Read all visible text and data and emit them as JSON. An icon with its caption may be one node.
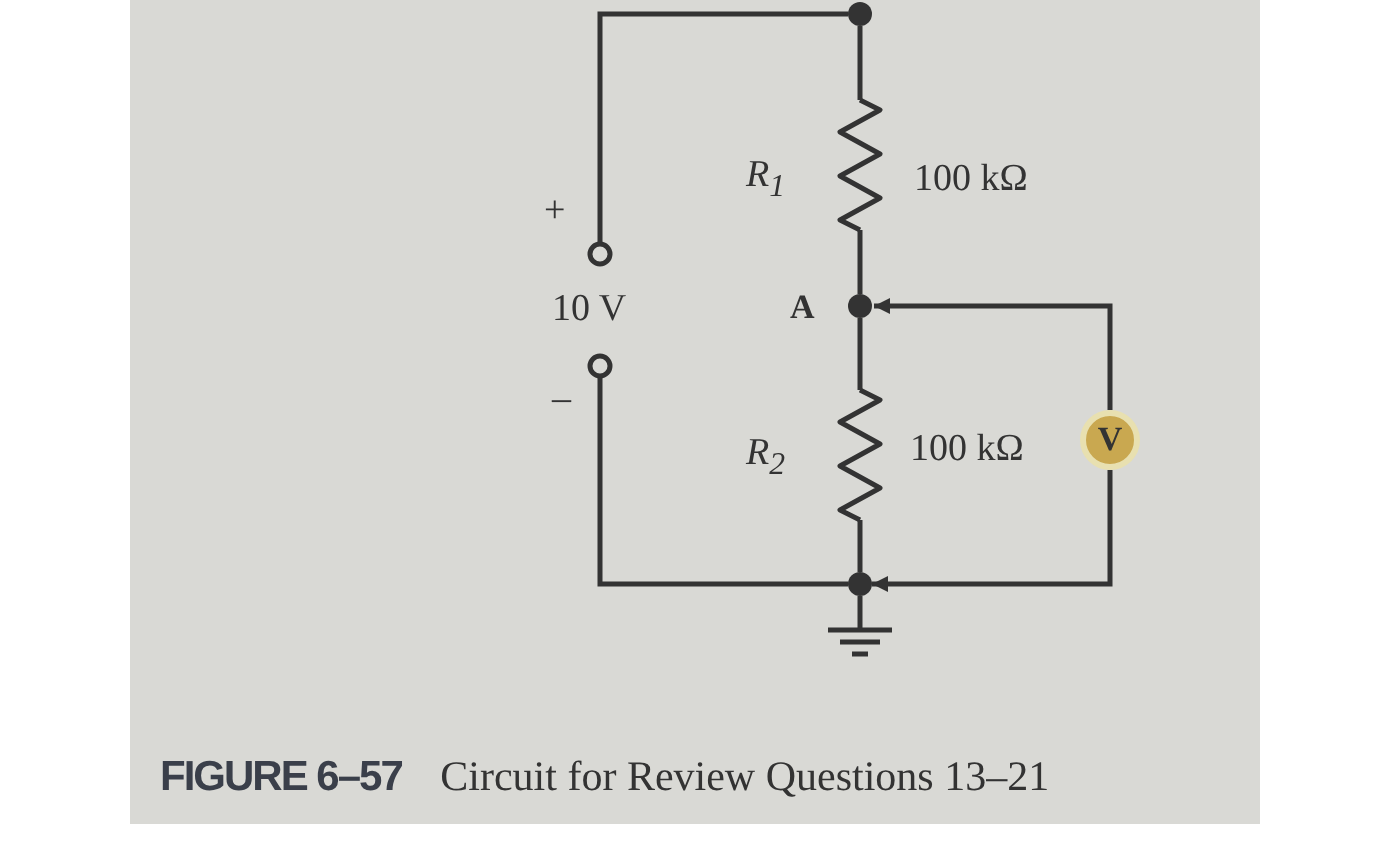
{
  "diagram": {
    "caption": "**FIGURE 6–57** Circuit for Review Questions 13–21",
    "nodes": [
      {
        "text": [
          "V"
        ]
      },
      {
        "text": [
          "A"
        ]
      },
      {
        "text": [],
        "shape": "circle"
      },
      {
        "text": [],
        "shape": "circle"
      },
      {
        "text": [],
        "shape": "circle"
      },
      {
        "text": [],
        "shape": "circle"
      },
      {
        "text": [],
        "shape": "resistor"
      },
      {
        "text": [],
        "shape": "resistor"
      },
      {
        "text": [],
        "shape": "ground"
      }
    ],
    "edges": [
      {
        "from": 0,
        "to": 1,
        "arrow": "to"
      },
      {
        "from": 0,
        "to": 2,
        "arrow": "to"
      },
      {
        "from": 4,
        "to": 3,
        "arrow": "none"
      },
      {
        "from": 3,
        "to": 6,
        "arrow": "none"
      },
      {
        "from": 6,
        "to": 1,
        "arrow": "none"
      },
      {
        "from": 1,
        "to": 7,
        "arrow": "none"
      },
      {
        "from": 7,
        "to": 2,
        "arrow": "none"
      },
      {
        "from": 5,
        "to": 2,
        "arrow": "none"
      },
      {
        "from": 2,
        "to": 8,
        "arrow": "none"
      }
    ],
    "labels": [
      "R$_{1}$",
      "100 kΩ",
      "+",
      "10 V",
      "–",
      "R$_{2}$",
      "100 kΩ"
    ]
  }
}
